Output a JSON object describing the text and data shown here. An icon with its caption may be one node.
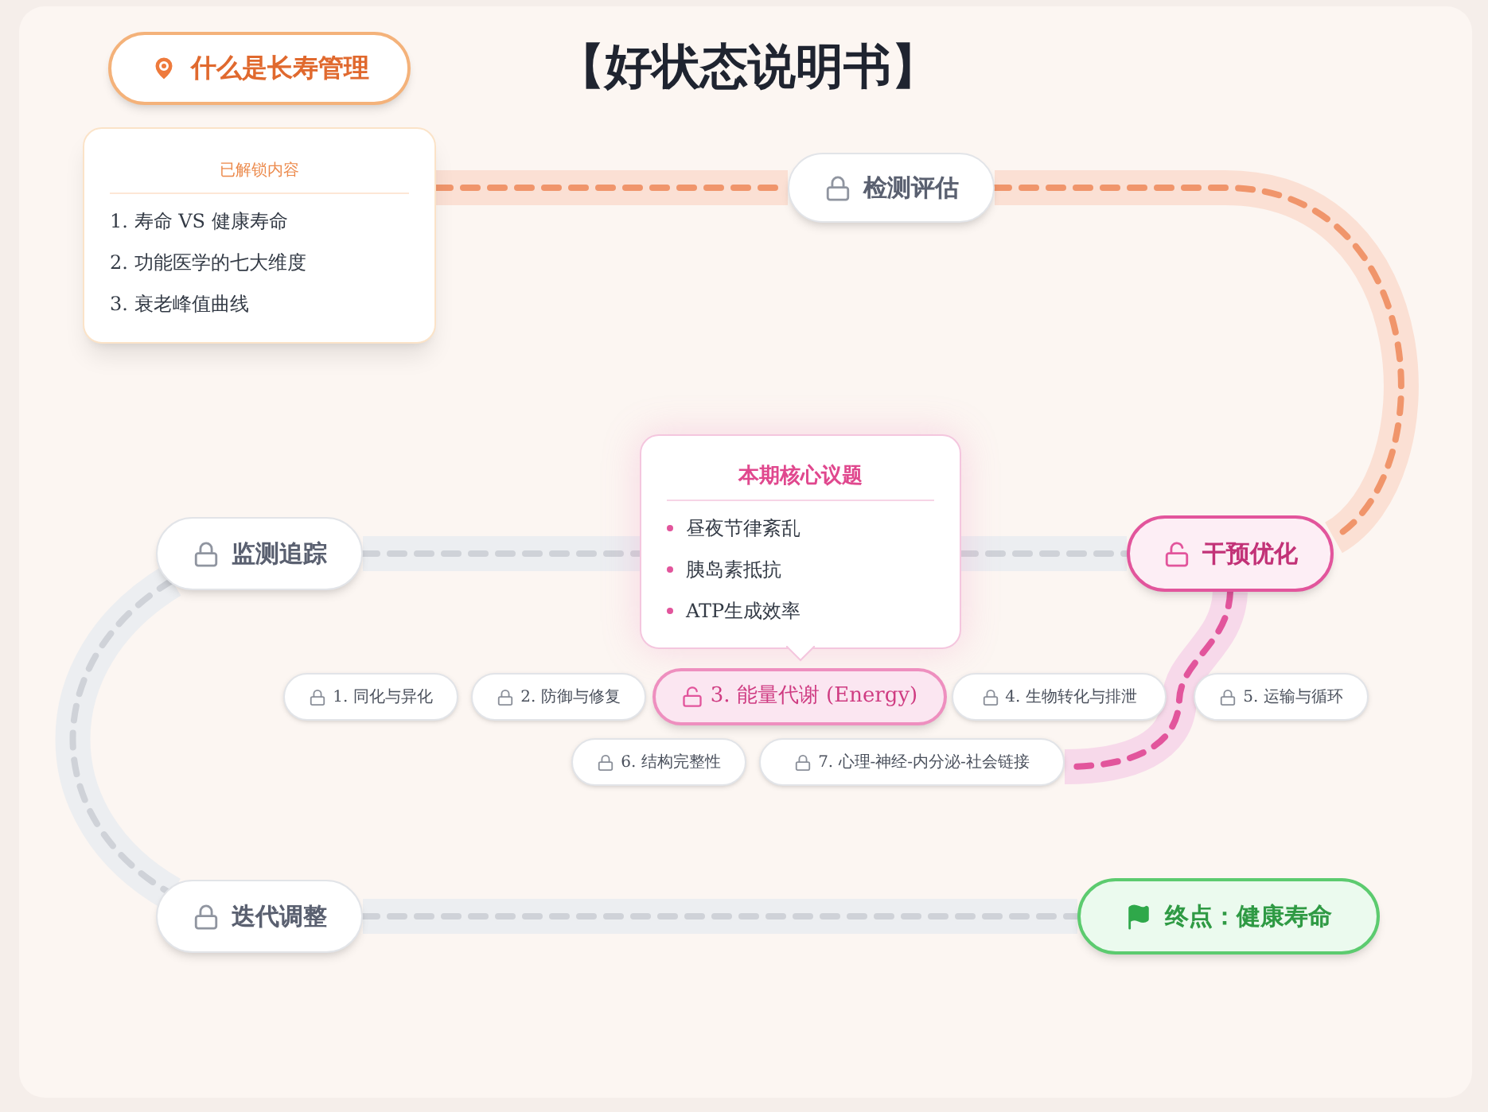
{
  "diagram": {
    "title": "【好状态说明书】",
    "nodes": [
      {
        "text": [
          "什么是长寿管理"
        ]
      },
      {
        "text": [
          "已解锁内容",
          "1. 寿命 VS 健康寿命",
          "2. 功能医学的七大维度",
          "3. 衰老峰值曲线"
        ]
      },
      {
        "text": [
          "检测评估"
        ]
      },
      {
        "text": [
          "干预优化"
        ]
      },
      {
        "text": [
          "本期核心议题",
          "昼夜节律紊乱",
          "胰岛素抵抗",
          "ATP生成效率"
        ]
      },
      {
        "text": [
          "监测追踪"
        ]
      },
      {
        "text": [
          "迭代调整"
        ]
      },
      {
        "text": [
          "终点：健康寿命"
        ]
      },
      {
        "text": [
          "1. 同化与异化"
        ]
      },
      {
        "text": [
          "2. 防御与修复"
        ]
      },
      {
        "text": [
          "3. 能量代谢 (Energy)"
        ]
      },
      {
        "text": [
          "4. 生物转化与排泄"
        ]
      },
      {
        "text": [
          "5. 运输与循环"
        ]
      },
      {
        "text": [
          "6. 结构完整性"
        ]
      },
      {
        "text": [
          "7. 心理-神经-内分泌-社会链接"
        ]
      }
    ],
    "edges": [
      {
        "from": 1,
        "to": 2,
        "arrow": "none",
        "style": "dashed",
        "color": "#f0956b"
      },
      {
        "from": 2,
        "to": 3,
        "arrow": "none",
        "style": "dashed",
        "color": "#f0956b"
      },
      {
        "from": 3,
        "to": 14,
        "arrow": "none",
        "style": "dashed",
        "color": "#e2559c"
      },
      {
        "from": 4,
        "to": 3,
        "arrow": "none",
        "style": "dashed"
      },
      {
        "from": 5,
        "to": 4,
        "arrow": "none",
        "style": "dashed"
      },
      {
        "from": 5,
        "to": 6,
        "arrow": "none",
        "style": "dashed"
      },
      {
        "from": 6,
        "to": 7,
        "arrow": "none",
        "style": "dashed"
      }
    ]
  }
}
